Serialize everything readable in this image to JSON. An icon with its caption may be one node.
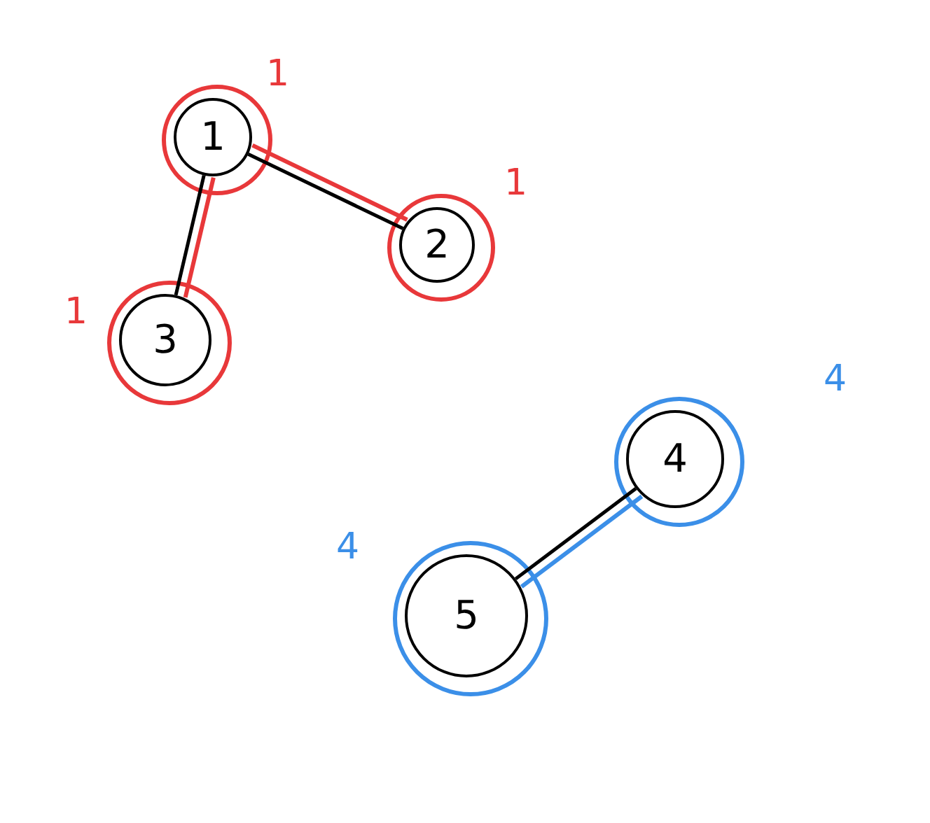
{
  "diagram": {
    "nodes": [
      {
        "text": [
          "1"
        ],
        "beside": [
          "1"
        ]
      },
      {
        "text": [
          "2"
        ],
        "beside": [
          "1"
        ]
      },
      {
        "text": [
          "3"
        ],
        "beside": [
          "1"
        ]
      },
      {
        "text": [
          "4"
        ],
        "beside": [
          "4"
        ]
      },
      {
        "text": [
          "5"
        ],
        "beside": [
          "4"
        ]
      }
    ],
    "edges": [
      {
        "from": 0,
        "to": 1,
        "arrow": "none"
      },
      {
        "from": 0,
        "to": 2,
        "arrow": "none"
      },
      {
        "from": 3,
        "to": 4,
        "arrow": "none"
      }
    ]
  }
}
